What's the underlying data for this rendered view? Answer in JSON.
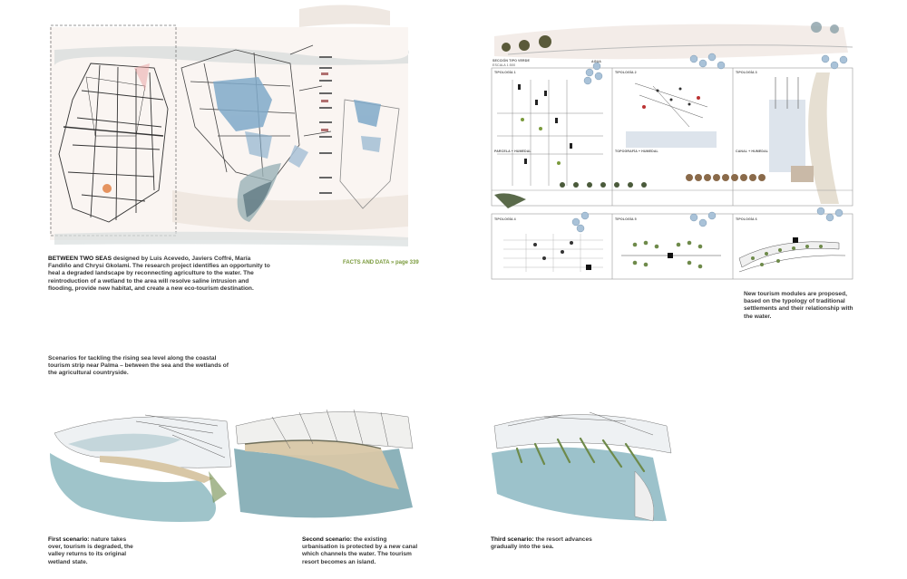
{
  "page": {
    "intro": {
      "title": "BETWEEN TWO SEAS",
      "text": "designed by Luis Acevedo, Javiers Coffré, María Fandiño and Chrysi Gkolami. The research project identifies an opportunity to heal a degraded landscape by reconnecting agriculture to the water. The reintroduction of a wetland to the area will resolve saline intrusion and flooding, provide new habitat, and create a new eco-tourism destination."
    },
    "facts_link": "FACTS AND DATA » page 339",
    "tourism_caption": "New tourism modules are proposed, based on the typology of traditional settlements and their relationship with the water.",
    "scenarios_intro": "Scenarios for tackling the rising sea level along the coastal tourism strip near Palma – between the sea and the wetlands of the agricultural countryside.",
    "scenarios": [
      {
        "bold": "First scenario:",
        "text": "nature takes over, tourism is degraded, the valley returns to its original wetland state."
      },
      {
        "bold": "Second scenario:",
        "text": "the existing urbanisation is protected by a new canal which channels the water. The tourism resort becomes an island."
      },
      {
        "bold": "Third scenario:",
        "text": "the resort advances gradually into the sea."
      }
    ],
    "panel_labels": {
      "header": "SECCIÓN TIPO VERDE",
      "header_sub": "ESCALA 1:500",
      "typologies_top": [
        "TIPOLOGÍA 1",
        "TIPOLOGÍA 2",
        "TIPOLOGÍA 3"
      ],
      "section_labels": [
        "PARCELA + HUMEDAL",
        "TOPOGRAFÍA + HUMEDAL",
        "CANAL + HUMEDAL"
      ],
      "typologies_bottom": [
        "TIPOLOGÍA 4",
        "TIPOLOGÍA 5",
        "TIPOLOGÍA 6"
      ],
      "bubble_tag": "AGUA"
    },
    "colors": {
      "water": "#7fa9c9",
      "wetland": "#a9c2d8",
      "land": "#d6c3ad",
      "accent_green": "#7a9a3c",
      "tree": "#8a6a4a"
    }
  }
}
